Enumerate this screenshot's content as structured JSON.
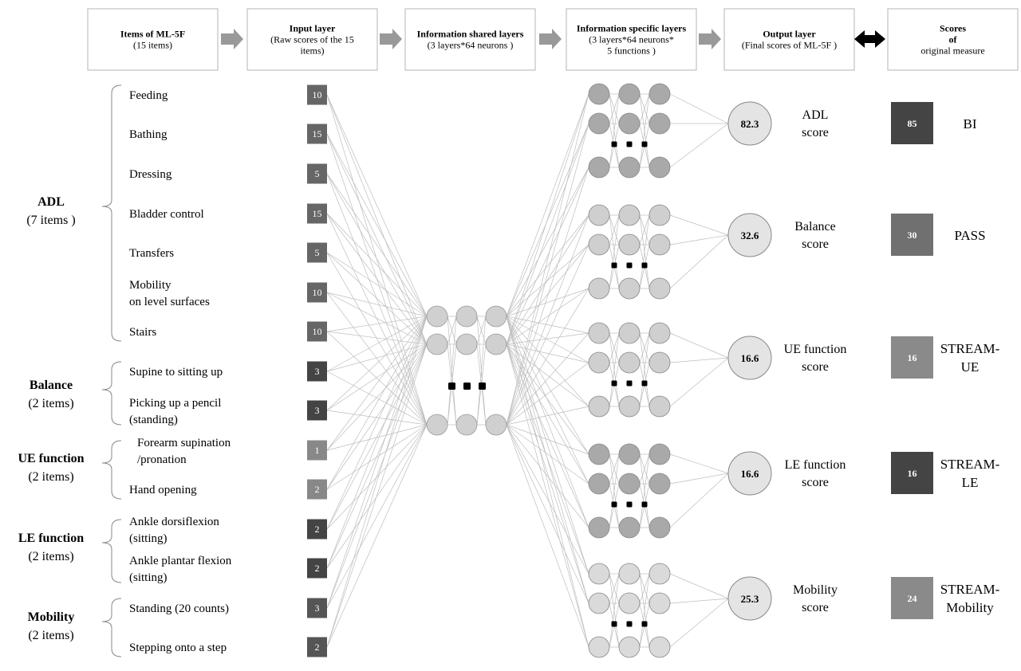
{
  "header": [
    {
      "title": "Items of ML-5F",
      "sub": [
        "(15 items)"
      ]
    },
    {
      "title": "Input layer",
      "sub": [
        "(Raw scores of the 15",
        "items)"
      ]
    },
    {
      "title": "Information shared layers",
      "sub": [
        "(3 layers*64 neurons )"
      ]
    },
    {
      "title": "Information specific layers",
      "sub": [
        "(3 layers*64 neurons*",
        "5 functions )"
      ]
    },
    {
      "title": "Output layer",
      "sub": [
        "(Final scores of ML-5F )"
      ]
    },
    {
      "title": "Scores",
      "title2": "of",
      "sub": [
        "original measure"
      ]
    }
  ],
  "groups": [
    {
      "name": "ADL",
      "count": "(7 items )"
    },
    {
      "name": "Balance",
      "count": "(2 items)"
    },
    {
      "name": "UE function",
      "count": "(2 items)"
    },
    {
      "name": "LE function",
      "count": "(2 items)"
    },
    {
      "name": "Mobility",
      "count": "(2 items)"
    }
  ],
  "items": [
    {
      "label": [
        "Feeding"
      ],
      "score": "10",
      "shade": "#666666"
    },
    {
      "label": [
        "Bathing"
      ],
      "score": "15",
      "shade": "#666666"
    },
    {
      "label": [
        "Dressing"
      ],
      "score": "5",
      "shade": "#666666"
    },
    {
      "label": [
        "Bladder control"
      ],
      "score": "15",
      "shade": "#666666"
    },
    {
      "label": [
        "Transfers"
      ],
      "score": "5",
      "shade": "#666666"
    },
    {
      "label": [
        "Mobility",
        "on level surfaces"
      ],
      "score": "10",
      "shade": "#666666"
    },
    {
      "label": [
        "Stairs"
      ],
      "score": "10",
      "shade": "#666666"
    },
    {
      "label": [
        "Supine to sitting up"
      ],
      "score": "3",
      "shade": "#444444"
    },
    {
      "label": [
        "Picking up a pencil",
        "(standing)"
      ],
      "score": "3",
      "shade": "#444444"
    },
    {
      "label": [
        "Forearm supination",
        "/pronation"
      ],
      "score": "1",
      "shade": "#888888"
    },
    {
      "label": [
        "Hand opening"
      ],
      "score": "2",
      "shade": "#888888"
    },
    {
      "label": [
        "Ankle dorsiflexion",
        "(sitting)"
      ],
      "score": "2",
      "shade": "#444444"
    },
    {
      "label": [
        "Ankle plantar flexion",
        "(sitting)"
      ],
      "score": "2",
      "shade": "#444444"
    },
    {
      "label": [
        "Standing (20 counts)"
      ],
      "score": "3",
      "shade": "#555555"
    },
    {
      "label": [
        "Stepping onto a step"
      ],
      "score": "2",
      "shade": "#555555"
    }
  ],
  "outputs": [
    {
      "value": "82.3",
      "label": [
        "ADL",
        "score"
      ],
      "neuron_shade": "#a9a9a9",
      "orig_value": "85",
      "orig_shade": "#444444",
      "orig_name": [
        "BI"
      ]
    },
    {
      "value": "32.6",
      "label": [
        "Balance",
        "score"
      ],
      "neuron_shade": "#cfcfcf",
      "orig_value": "30",
      "orig_shade": "#707070",
      "orig_name": [
        "PASS"
      ]
    },
    {
      "value": "16.6",
      "label": [
        "UE function",
        "score"
      ],
      "neuron_shade": "#cfcfcf",
      "orig_value": "16",
      "orig_shade": "#8a8a8a",
      "orig_name": [
        "STREAM-",
        "UE"
      ]
    },
    {
      "value": "16.6",
      "label": [
        "LE function",
        "score"
      ],
      "neuron_shade": "#a9a9a9",
      "orig_value": "16",
      "orig_shade": "#444444",
      "orig_name": [
        "STREAM-",
        "LE"
      ]
    },
    {
      "value": "25.3",
      "label": [
        "Mobility",
        "score"
      ],
      "neuron_shade": "#dadada",
      "orig_value": "24",
      "orig_shade": "#8a8a8a",
      "orig_name": [
        "STREAM-",
        "Mobility"
      ]
    }
  ],
  "colors": {
    "header_border": "#b5b5b5",
    "arrow": "#999999",
    "double_arrow": "#000000",
    "shared_neuron": "#d0d0d0",
    "output_neuron": "#e4e4e4",
    "connection": "#bdbdbd"
  }
}
